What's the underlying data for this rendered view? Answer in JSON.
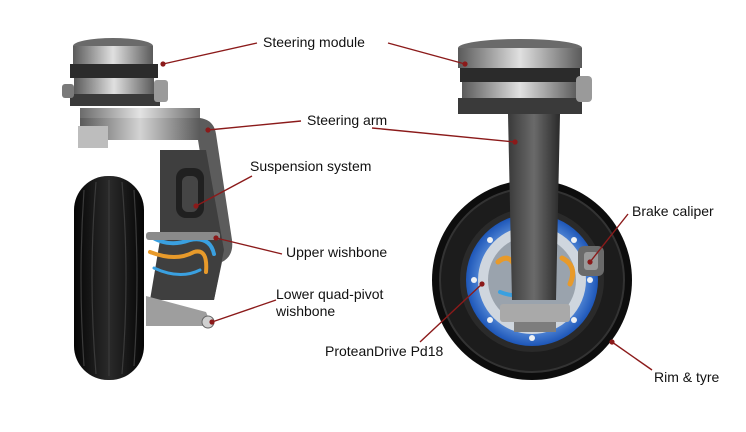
{
  "labels": {
    "steering_module": "Steering module",
    "steering_arm": "Steering arm",
    "suspension_system": "Suspension system",
    "upper_wishbone": "Upper wishbone",
    "lower_wishbone_line1": "Lower quad-pivot",
    "lower_wishbone_line2": "wishbone",
    "brake_caliper": "Brake caliper",
    "protean_drive": "ProteanDrive Pd18",
    "rim_tyre": "Rim & tyre"
  },
  "colors": {
    "leader_line": "#8b1a1a",
    "tyre": "#141414",
    "metal_dark": "#2b2b2b",
    "metal_mid": "#8a8a8a",
    "metal_light": "#d6d6d6",
    "motor_blue": "#2f6fd0",
    "wire_orange": "#e89a2a",
    "wire_blue": "#3aa0e0"
  }
}
